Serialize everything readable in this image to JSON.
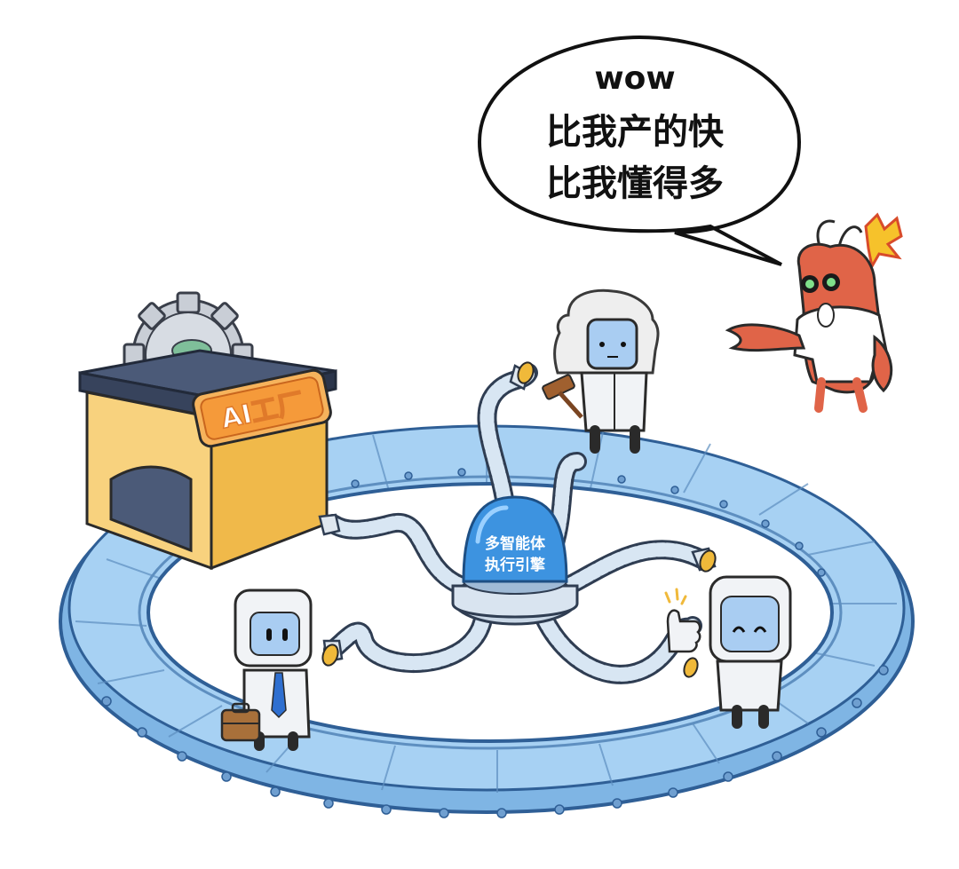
{
  "speech_bubble": {
    "line1": "wow",
    "line2": "比我产的快",
    "line3": "比我懂得多"
  },
  "factory": {
    "sign": "AI工厂"
  },
  "engine": {
    "line1": "多智能体",
    "line2": "执行引擎"
  },
  "colors": {
    "conveyor": "#8fc2ec",
    "conveyor_edge": "#2f5f96",
    "dome": "#3d93e0",
    "factory_body": "#f8d27e",
    "factory_roof": "#4b5a78",
    "lobster": "#e06448",
    "robot": "#f1f3f6",
    "robot_face": "#a9cdf2",
    "coin": "#f0b93a"
  },
  "characters": [
    {
      "role": "judge-robot",
      "icon": "gavel-icon"
    },
    {
      "role": "businessman-robot",
      "icon": "briefcase-icon"
    },
    {
      "role": "thumbs-up-robot",
      "icon": "thumbs-up-icon"
    },
    {
      "role": "lobster",
      "icon": "anger-mark-icon"
    }
  ]
}
